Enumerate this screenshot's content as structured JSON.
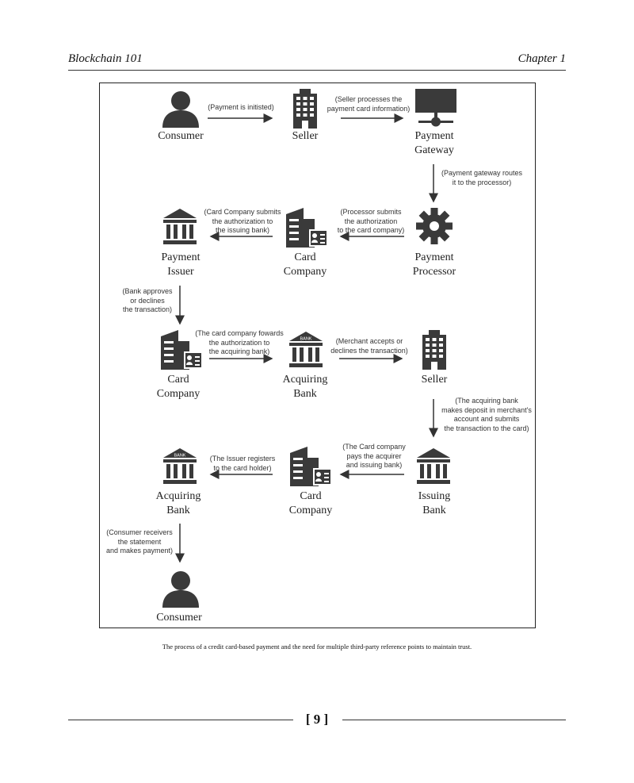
{
  "header": {
    "book_title": "Blockchain 101",
    "chapter": "Chapter 1"
  },
  "nodes": {
    "consumer_top": [
      "Consumer"
    ],
    "seller_top": [
      "Seller"
    ],
    "payment_gateway": [
      "Payment",
      "Gateway"
    ],
    "payment_issuer": [
      "Payment",
      "Issuer"
    ],
    "card_company_1": [
      "Card",
      "Company"
    ],
    "payment_processor": [
      "Payment",
      "Processor"
    ],
    "card_company_2": [
      "Card",
      "Company"
    ],
    "acquiring_bank_1": [
      "Acquiring",
      "Bank"
    ],
    "seller_mid": [
      "Seller"
    ],
    "acquiring_bank_2": [
      "Acquiring",
      "Bank"
    ],
    "card_company_3": [
      "Card",
      "Company"
    ],
    "issuing_bank": [
      "Issuing",
      "Bank"
    ],
    "consumer_bottom": [
      "Consumer"
    ]
  },
  "notes": {
    "n1": [
      "(Payment is initisted)"
    ],
    "n2": [
      "(Seller processes the",
      "payment card information)"
    ],
    "n3": [
      "(Payment gateway routes",
      "it to the processor)"
    ],
    "n4": [
      "(Processor submits",
      "the authorization",
      "to the card company)"
    ],
    "n5": [
      "(Card Company submits",
      "the authorization to",
      "the issuing bank)"
    ],
    "n6": [
      "(Bank approves",
      "or declines",
      "the transaction)"
    ],
    "n7": [
      "(The card company fowards",
      "the authorization to",
      "the acquiring bank)"
    ],
    "n8": [
      "(Merchant accepts or",
      "declines the transaction)"
    ],
    "n9": [
      "(The acquiring bank",
      "makes deposit in merchant's",
      "account and submits",
      "the transaction to the card)"
    ],
    "n10": [
      "(The Card company",
      "pays the acquirer",
      "and issuing bank)"
    ],
    "n11": [
      "(The Issuer registers",
      "to the card holder)"
    ],
    "n12": [
      "(Consumer receivers",
      "the statement",
      "and makes payment)"
    ]
  },
  "bank_sign": "BANK",
  "caption": "The process of a credit card-based payment and the need for multiple third-party reference points to maintain trust.",
  "page_number": "[ 9 ]",
  "icon_color": "#3a3a3a"
}
